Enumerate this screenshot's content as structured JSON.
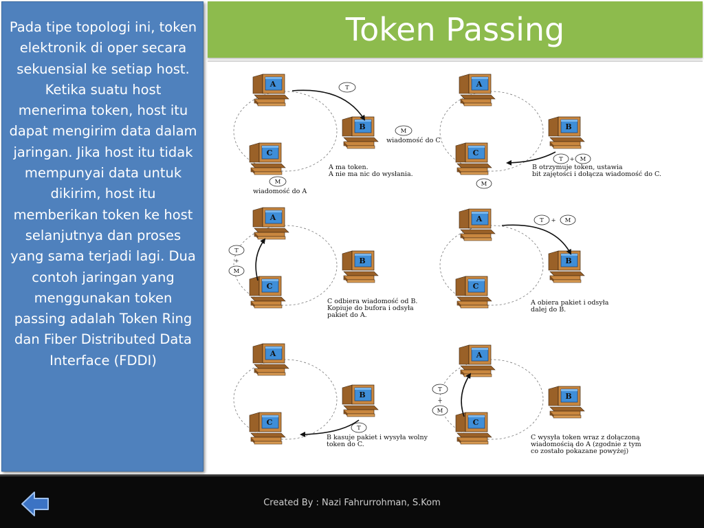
{
  "slide": {
    "title": "Token Passing",
    "description": "Pada tipe topologi ini, token elektronik di oper secara sekuensial ke setiap host. Ketika suatu host menerima token, host itu dapat mengirim data dalam jaringan. Jika host itu tidak mempunyai data untuk dikirim, host itu memberikan token ke host selanjutnya dan proses yang sama terjadi lagi. Dua contoh jaringan yang menggunakan token passing adalah Token Ring dan Fiber Distributed Data Interface (FDDI)",
    "footer": "Created By : Nazi Fahrurrohman, S.Kom"
  },
  "figure": {
    "host_labels": {
      "a": "A",
      "b": "B",
      "c": "C"
    },
    "token_labels": {
      "t": "T",
      "m": "M",
      "plus": "+"
    },
    "panels": [
      {
        "side_text": "wiadomość do C",
        "bottom_text": "wiadomość do A",
        "caption": [
          "A ma token.",
          "A nie ma nic do wysłania."
        ]
      },
      {
        "caption": [
          "B otrzymuje token, ustawia",
          "bit zajętości i dołącza wiadomość do C."
        ]
      },
      {
        "caption": [
          "C odbiera wiadomość od B.",
          "Kopiuje do bufora i odsyła",
          "pakiet do A."
        ]
      },
      {
        "caption": [
          "A obiera pakiet i odsyła",
          "dalej do B."
        ]
      },
      {
        "caption": [
          "B kasuje pakiet i wysyła wolny",
          "token do C."
        ]
      },
      {
        "caption": [
          "C wysyła token wraz z dołączoną",
          "wiadomością do A (zgodnie z tym",
          "co zostało pokazane powyżej)"
        ]
      }
    ]
  }
}
